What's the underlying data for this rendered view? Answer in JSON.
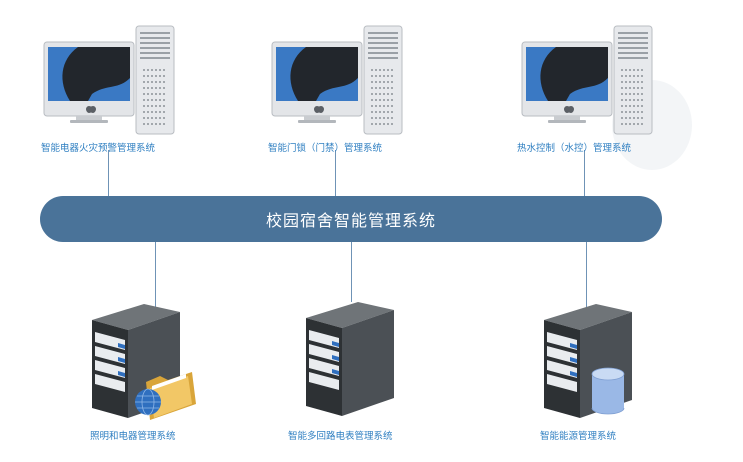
{
  "bus_label": "校园宿舍智能管理系统",
  "top_systems": [
    {
      "label": "智能电器火灾预警管理系统",
      "icon": "imac-workstation"
    },
    {
      "label": "智能门锁（门禁）管理系统",
      "icon": "imac-workstation"
    },
    {
      "label": "热水控制（水控）管理系统",
      "icon": "imac-workstation"
    }
  ],
  "bottom_systems": [
    {
      "label": "照明和电器管理系统",
      "icon": "server-tower-with-folder-globe"
    },
    {
      "label": "智能多回路电表管理系统",
      "icon": "server-tower"
    },
    {
      "label": "智能能源管理系统",
      "icon": "server-tower-with-database"
    }
  ],
  "colors": {
    "bus": "#4a7399",
    "label": "#2f7fc1",
    "connector": "#6f93b6"
  }
}
